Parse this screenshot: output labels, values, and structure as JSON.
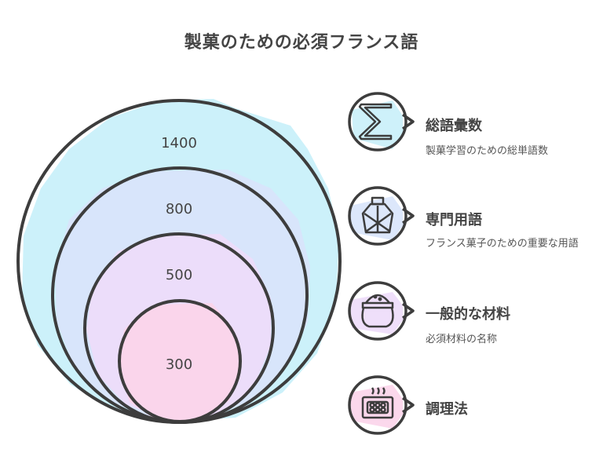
{
  "title": "製菓のための必須フランス語",
  "rings": [
    {
      "value": "1400",
      "fill": "#c9f0fa"
    },
    {
      "value": "800",
      "fill": "#d8e4fb"
    },
    {
      "value": "500",
      "fill": "#eddcfa"
    },
    {
      "value": "300",
      "fill": "#fbd4ea"
    }
  ],
  "legend": [
    {
      "icon": "sigma-icon",
      "title": "総語彙数",
      "description": "製菓学習のための総単語数",
      "color": "#c9f0fa"
    },
    {
      "icon": "perfume-jar-icon",
      "title": "専門用語",
      "description": "フランス菓子のための重要な用語",
      "color": "#d8e4fb"
    },
    {
      "icon": "flour-sack-icon",
      "title": "一般的な材料",
      "description": "必須材料の名称",
      "color": "#eddcfa"
    },
    {
      "icon": "oven-icon",
      "title": "調理法",
      "description": "",
      "color": "#fbd4ea"
    }
  ],
  "stroke_color": "#3d3d3d"
}
